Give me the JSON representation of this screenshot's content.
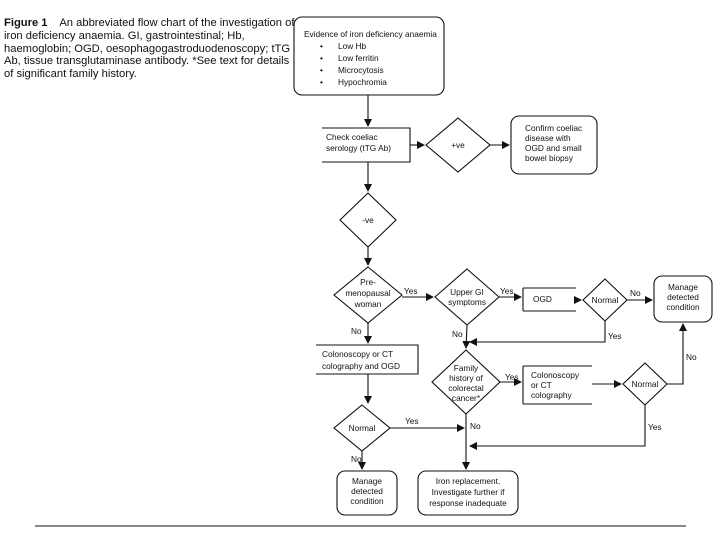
{
  "caption": {
    "figure": "Figure 1",
    "text": "An abbreviated flow chart of the investigation of iron deficiency anaemia. GI, gastrointestinal; Hb, haemoglobin; OGD, oesophagogastroduodenoscopy; tTG Ab, tissue transglutaminase antibody. *See text for details of significant family history."
  },
  "nodes": {
    "evidence": {
      "title": "Evidence of iron deficiency anaemia",
      "items": [
        "Low Hb",
        "Low ferritin",
        "Microcytosis",
        "Hypochromia"
      ]
    },
    "serology": [
      "Check coeliac",
      "serology (tTG Ab)"
    ],
    "positive": "+ve",
    "confirm_coeliac": [
      "Confirm coeliac",
      "disease with",
      "OGD and small",
      "bowel biopsy"
    ],
    "negative": "-ve",
    "premenopausal": [
      "Pre-",
      "menopausal",
      "woman"
    ],
    "upper_gi": [
      "Upper GI",
      "symptoms"
    ],
    "ogd": "OGD",
    "normal_1": "Normal",
    "manage_right": [
      "Manage",
      "detected",
      "condition"
    ],
    "colonoscopy_left": [
      "Colonoscopy or CT",
      "colography and OGD"
    ],
    "family_history": [
      "Family",
      "history of",
      "colorectal",
      "cancer*"
    ],
    "colonoscopy_right": [
      "Colonoscopy",
      "or CT",
      "colography"
    ],
    "normal_2": "Normal",
    "normal_3": "Normal",
    "manage_bottom": [
      "Manage",
      "detected",
      "condition"
    ],
    "iron": [
      "Iron replacement.",
      "Investigate further if",
      "response inadequate"
    ]
  },
  "edge_labels": {
    "yes": "Yes",
    "no": "No"
  }
}
